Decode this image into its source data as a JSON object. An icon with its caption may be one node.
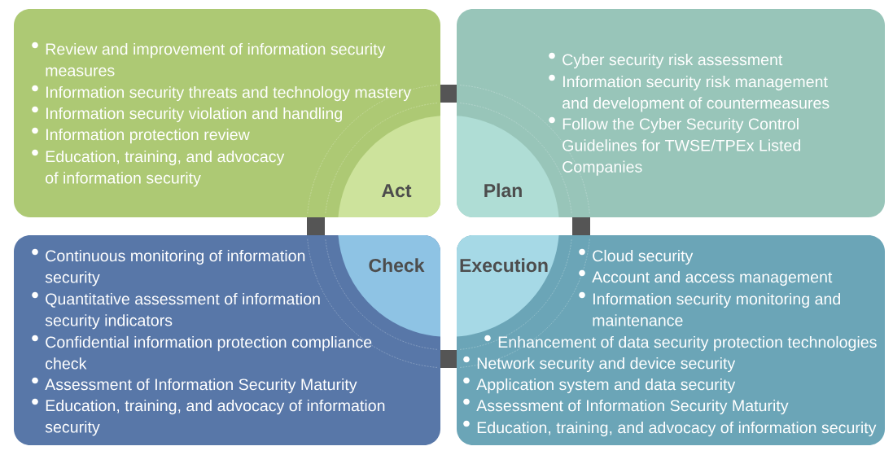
{
  "diagram": {
    "nodes": [
      {
        "text": [
          "Review and improvement of information security measures",
          "Information security threats and technology mastery",
          "Information security violation and handling",
          "Information protection review",
          "Education, training, and advocacy of information security"
        ]
      },
      {
        "text": [
          "Act"
        ],
        "in": 0
      },
      {
        "text": [
          "Cyber security risk assessment",
          "Information security risk management and development of countermeasures",
          "Follow the Cyber Security Control Guidelines for TWSE/TPEx Listed Companies"
        ]
      },
      {
        "text": [
          "Plan"
        ],
        "in": 2
      },
      {
        "text": [
          "Continuous monitoring of information security",
          "Quantitative assessment of information security indicators",
          "Confidential information protection compliance check",
          "Assessment of Information Security Maturity",
          "Education, training, and advocacy of information security"
        ]
      },
      {
        "text": [
          "Check"
        ],
        "in": 4
      },
      {
        "text": [
          "Cloud security",
          "Account and access management",
          "Information security monitoring and maintenance",
          "Enhancement of data security protection technologies",
          "Network security and device security",
          "Application system and data security",
          "Assessment of Information Security Maturity",
          "Education, training, and advocacy of information security"
        ]
      },
      {
        "text": [
          "Execution"
        ],
        "in": 6
      }
    ]
  }
}
